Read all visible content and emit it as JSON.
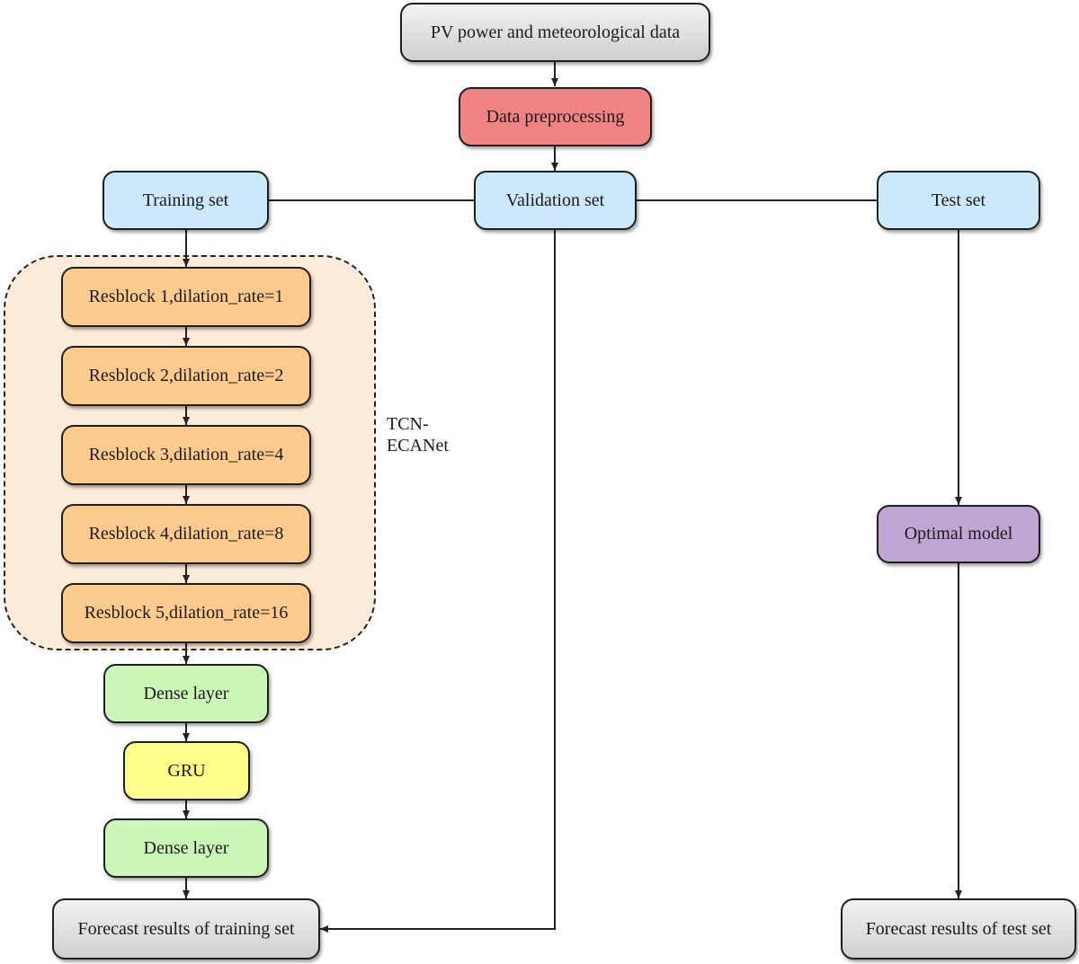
{
  "diagram": {
    "nodes": {
      "input": "PV power and meteorological data",
      "preprocess": "Data preprocessing",
      "training": "Training set",
      "validation": "Validation set",
      "test": "Test set",
      "resblock1": "Resblock 1,dilation_rate=1",
      "resblock2": "Resblock 2,dilation_rate=2",
      "resblock3": "Resblock 3,dilation_rate=4",
      "resblock4": "Resblock 4,dilation_rate=8",
      "resblock5": "Resblock 5,dilation_rate=16",
      "dense1": "Dense layer",
      "gru": "GRU",
      "dense2": "Dense layer",
      "forecast_training": "Forecast results of  training set",
      "optimal": "Optimal model",
      "forecast_test": "Forecast results of test set"
    },
    "group": {
      "label_line1": "TCN-",
      "label_line2": "ECANet"
    },
    "colors": {
      "input": "#d9d9d9",
      "preprocess": "#f08383",
      "datasets": "#cce9fc",
      "resblocks": "#fdcb8e",
      "group_fill": "#fdebd9",
      "dense": "#ccf6b8",
      "gru": "#fdfd8a",
      "optimal": "#bea5d2",
      "forecast": "#d9d9d9"
    },
    "edges": [
      [
        "input",
        "preprocess"
      ],
      [
        "preprocess",
        "validation"
      ],
      [
        "validation",
        "training"
      ],
      [
        "validation",
        "test"
      ],
      [
        "training",
        "resblock1"
      ],
      [
        "resblock1",
        "resblock2"
      ],
      [
        "resblock2",
        "resblock3"
      ],
      [
        "resblock3",
        "resblock4"
      ],
      [
        "resblock4",
        "resblock5"
      ],
      [
        "resblock5",
        "dense1"
      ],
      [
        "dense1",
        "gru"
      ],
      [
        "gru",
        "dense2"
      ],
      [
        "dense2",
        "forecast_training"
      ],
      [
        "validation",
        "forecast_training"
      ],
      [
        "test",
        "optimal"
      ],
      [
        "optimal",
        "forecast_test"
      ]
    ]
  }
}
